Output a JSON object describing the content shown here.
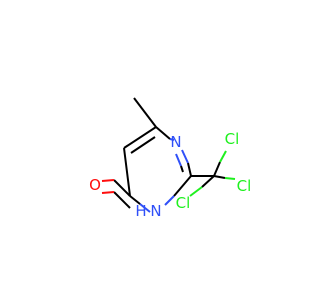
{
  "molecule": {
    "atoms": {
      "oxygen": "O",
      "nitrogen_ring": "N",
      "nitrogen_h": "N",
      "hydrogen": "H",
      "chlorine_top": "Cl",
      "chlorine_right": "Cl",
      "chlorine_bottom": "Cl"
    },
    "colors": {
      "oxygen": "#ff0d0d",
      "nitrogen": "#3050f8",
      "chlorine": "#1ff01f",
      "carbon": "#000000"
    }
  }
}
